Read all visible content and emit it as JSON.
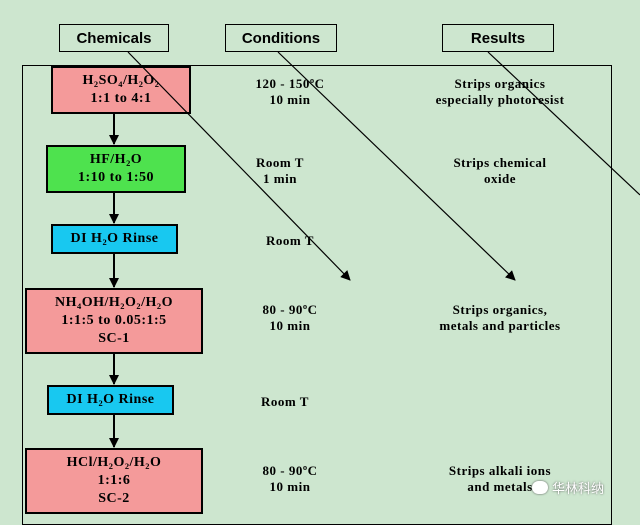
{
  "headers": {
    "chemicals": "Chemicals",
    "conditions": "Conditions",
    "results": "Results"
  },
  "steps": [
    {
      "chem_lines": [
        "H₂SO₄/H₂O₂",
        "1:1 to 4:1"
      ],
      "cond_lines": [
        "120 - 150ºC",
        "10 min"
      ],
      "result_lines": [
        "Strips organics",
        "especially photoresist"
      ],
      "color": "#f49a9a"
    },
    {
      "chem_lines": [
        "HF/H₂O",
        "1:10 to 1:50"
      ],
      "cond_lines": [
        "Room T",
        "1 min"
      ],
      "result_lines": [
        "Strips chemical",
        "oxide"
      ],
      "color": "#4ee24e"
    },
    {
      "chem_lines": [
        "DI H₂O Rinse"
      ],
      "cond_lines": [
        "Room T"
      ],
      "result_lines": [],
      "color": "#18c8f0"
    },
    {
      "chem_lines": [
        "NH₄OH/H₂O₂/H₂O",
        "1:1:5 to 0.05:1:5",
        "SC-1"
      ],
      "cond_lines": [
        "80 - 90ºC",
        "10 min"
      ],
      "result_lines": [
        "Strips organics,",
        "metals and particles"
      ],
      "color": "#f49a9a"
    },
    {
      "chem_lines": [
        "DI H₂O Rinse"
      ],
      "cond_lines": [
        "Room T"
      ],
      "result_lines": [],
      "color": "#18c8f0"
    },
    {
      "chem_lines": [
        "HCl/H₂O₂/H₂O",
        "1:1:6",
        "SC-2"
      ],
      "cond_lines": [
        "80 - 90ºC",
        "10 min"
      ],
      "result_lines": [
        "Strips alkali ions",
        "and metals"
      ],
      "color": "#f49a9a"
    }
  ],
  "watermark": "华林科纳",
  "colors": {
    "background": "#cde6cf",
    "acid_box": "#f49a9a",
    "hf_box": "#4ee24e",
    "rinse_box": "#18c8f0"
  }
}
